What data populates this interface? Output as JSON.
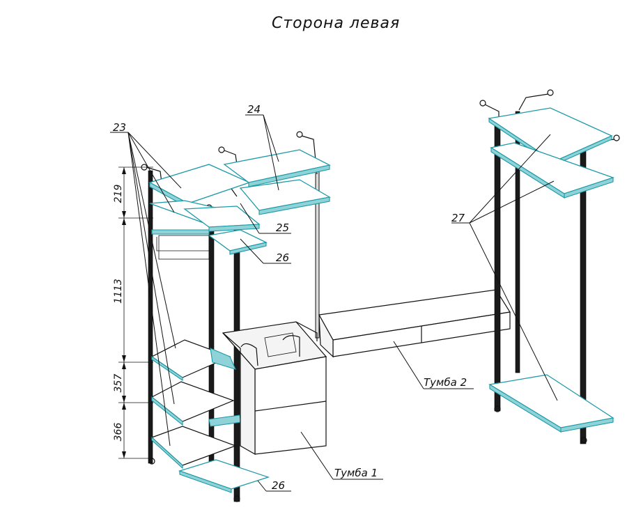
{
  "title": "Сторона левая",
  "callouts": {
    "c23": "23",
    "c24": "24",
    "c25": "25",
    "c26_top": "26",
    "c26_bottom": "26",
    "c27": "27",
    "tumba1": "Тумба 1",
    "tumba2": "Тумба 2"
  },
  "dimensions": {
    "d219": "219",
    "d1113": "1113",
    "d357": "357",
    "d366": "366"
  },
  "colors": {
    "glass_stroke": "#1a9aa6",
    "glass_fill": "#8fd3d8",
    "line": "#111111"
  }
}
